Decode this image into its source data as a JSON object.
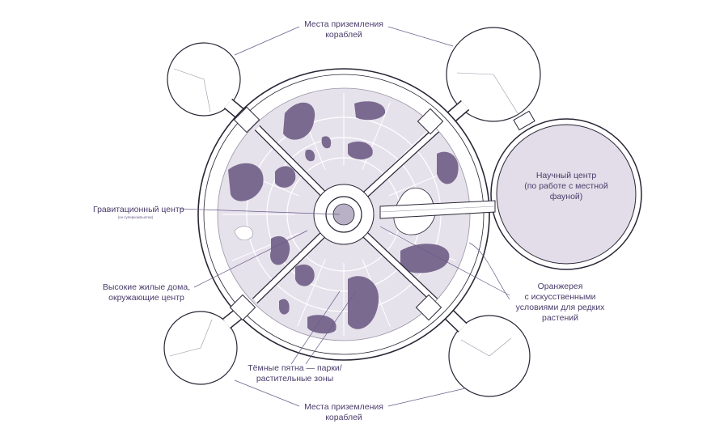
{
  "palette": {
    "ink": "#2a2535",
    "city_fill": "#e6e2ec",
    "park_fill": "#7b6a8f",
    "science_fill": "#e2dde8",
    "label_color": "#4a3d6b",
    "leader_line": "#6a5c8a"
  },
  "labels": {
    "landing_top": [
      "Места приземления",
      "кораблей"
    ],
    "landing_bottom": [
      "Места приземления",
      "кораблей"
    ],
    "science_center": [
      "Научный центр",
      "(по работе с местной",
      "фауной)"
    ],
    "gravity_center": "Гравитационный центр",
    "gravity_center_sub": "(он суперкомпьютер)",
    "highrise": [
      "Высокие жилые дома,",
      "окружающие центр"
    ],
    "greenhouse": [
      "Оранжерея",
      "с искусственными",
      "условиями для редких",
      "растений"
    ],
    "parks": [
      "Тёмные пятна — парки/",
      "растительные зоны"
    ]
  },
  "icons": {
    "landing_pad": "landing-pad-icon",
    "hub": "gravity-core-icon"
  }
}
